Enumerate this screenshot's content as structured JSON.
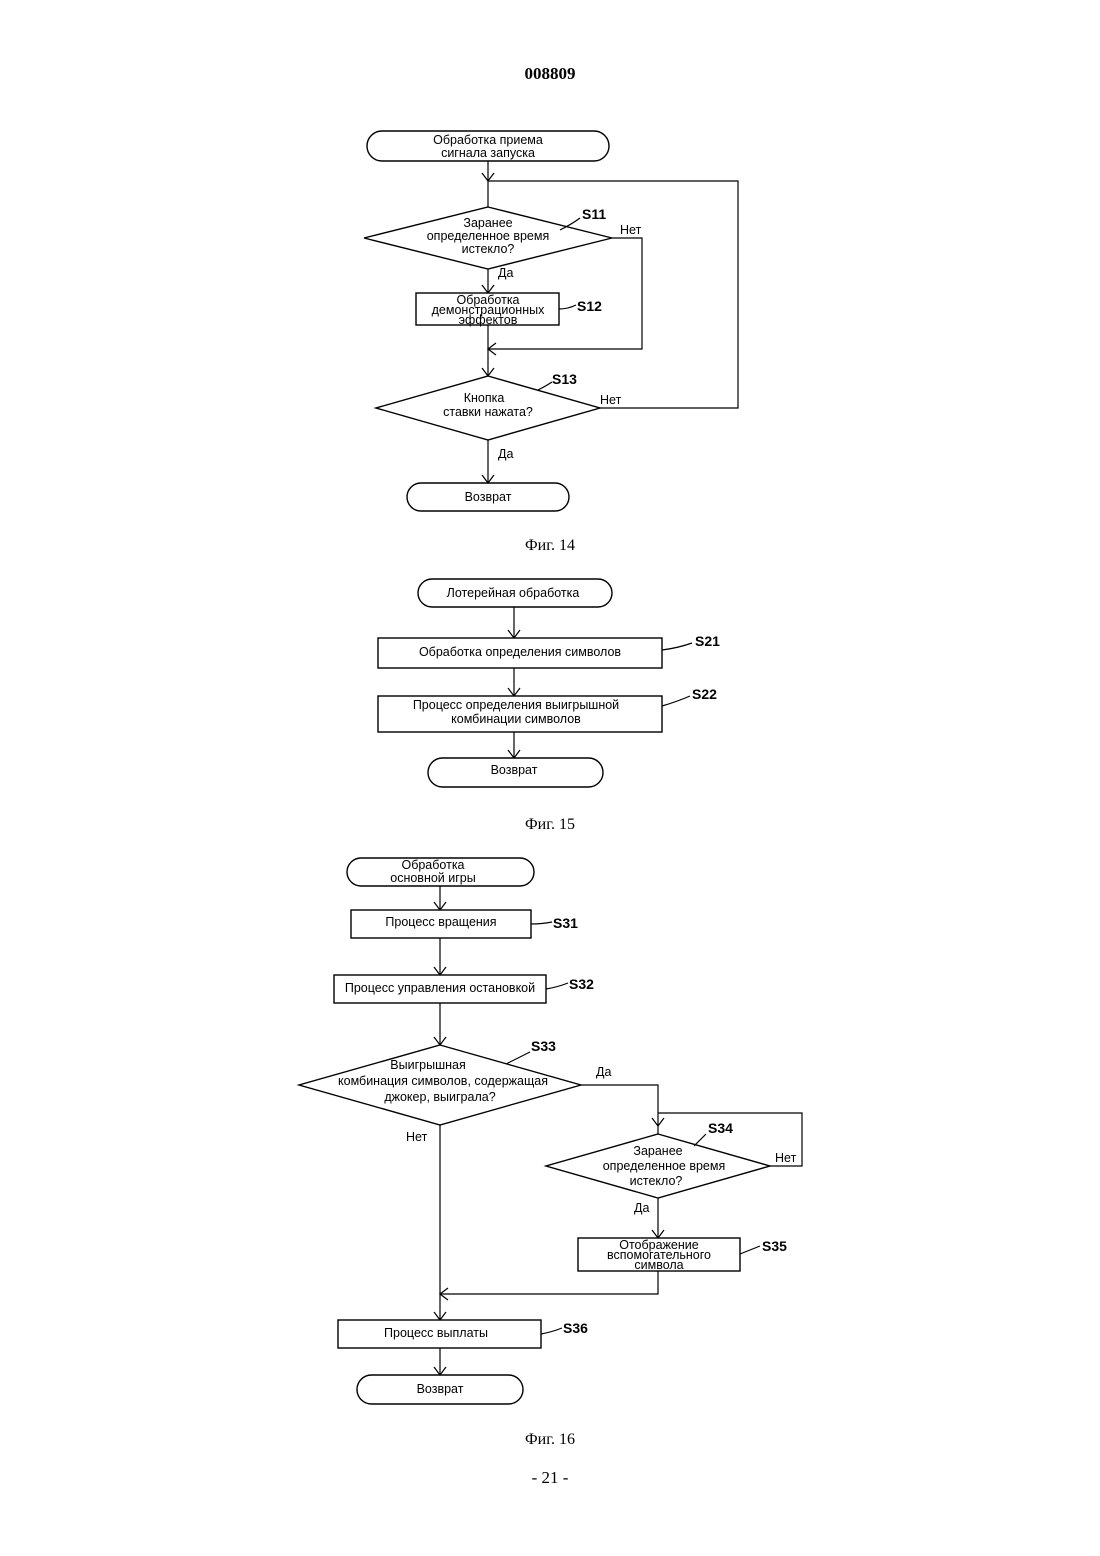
{
  "header": {
    "doc_number": "008809"
  },
  "footer": {
    "page_number": "- 21 -"
  },
  "fig14": {
    "caption": "Фиг. 14",
    "start": [
      "Обработка приема",
      "сигнала запуска"
    ],
    "s11": {
      "step": "S11",
      "text": [
        "Заранее",
        "определенное время",
        "истекло?"
      ],
      "yes": "Да",
      "no": "Нет"
    },
    "s12": {
      "step": "S12",
      "text": [
        "Обработка",
        "демонстрационных",
        "эффектов"
      ]
    },
    "s13": {
      "step": "S13",
      "text": [
        "Кнопка",
        "ставки нажата?"
      ],
      "yes": "Да",
      "no": "Нет"
    },
    "end": "Возврат"
  },
  "fig15": {
    "caption": "Фиг. 15",
    "start": "Лотерейная обработка",
    "s21": {
      "step": "S21",
      "text": "Обработка определения символов"
    },
    "s22": {
      "step": "S22",
      "text": [
        "Процесс определения выигрышной",
        "комбинации символов"
      ]
    },
    "end": "Возврат"
  },
  "fig16": {
    "caption": "Фиг. 16",
    "start": [
      "Обработка",
      "основной игры"
    ],
    "s31": {
      "step": "S31",
      "text": "Процесс вращения"
    },
    "s32": {
      "step": "S32",
      "text": "Процесс управления остановкой"
    },
    "s33": {
      "step": "S33",
      "text": [
        "Выигрышная",
        "комбинация символов, содержащая",
        "джокер, выиграла?"
      ],
      "yes": "Да",
      "no": "Нет"
    },
    "s34": {
      "step": "S34",
      "text": [
        "Заранее",
        "определенное время",
        "истекло?"
      ],
      "yes": "Да",
      "no": "Нет"
    },
    "s35": {
      "step": "S35",
      "text": [
        "Отображение",
        "вспомогательного",
        "символа"
      ]
    },
    "s36": {
      "step": "S36",
      "text": "Процесс выплаты"
    },
    "end": "Возврат"
  }
}
